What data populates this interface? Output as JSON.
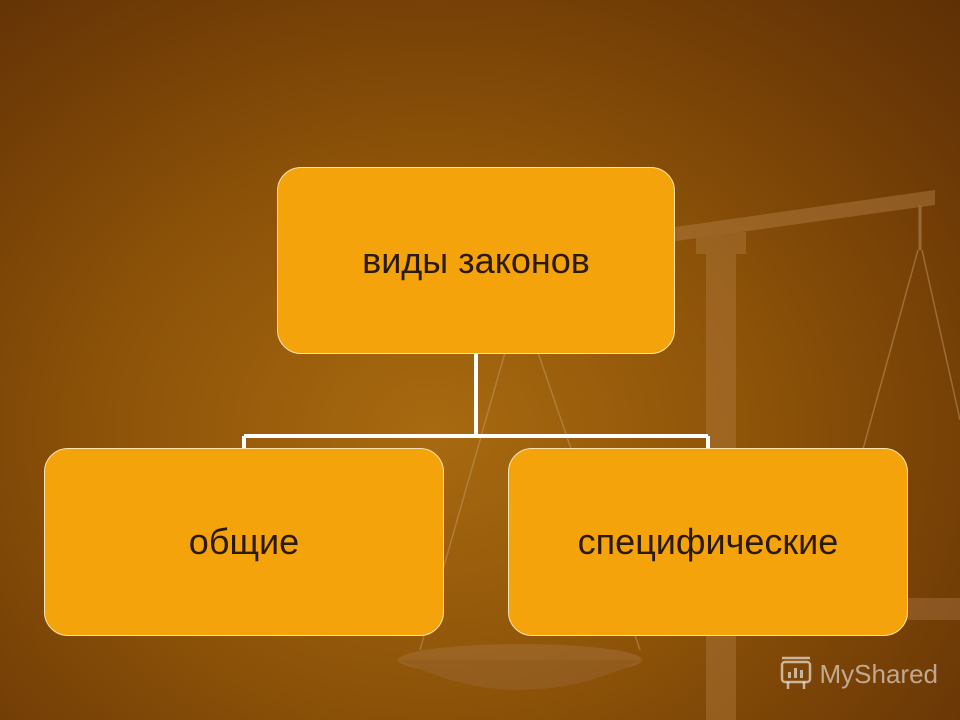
{
  "diagram": {
    "root": {
      "label": "виды законов"
    },
    "children": [
      {
        "label": "общие"
      },
      {
        "label": "специфические"
      }
    ]
  },
  "watermark": {
    "text": "MyShared",
    "icon": "presentation-board-icon"
  },
  "colors": {
    "background": "#8c5208",
    "node_fill": "#f5a30a",
    "node_border": "#fbe3b0",
    "connector": "#ffffff",
    "text": "#2b1a05"
  }
}
